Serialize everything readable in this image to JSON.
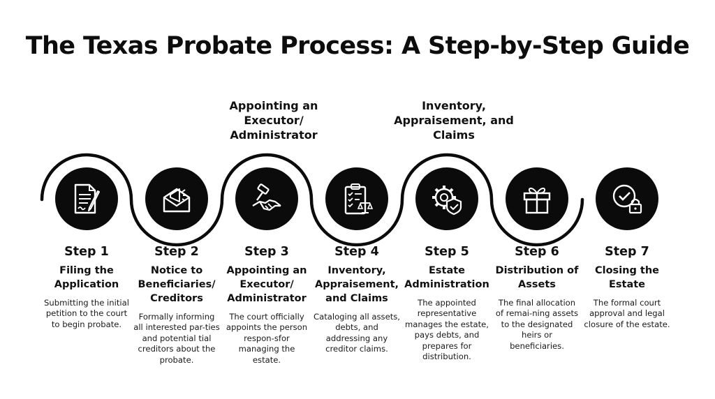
{
  "title": "The Texas Probate Process: A Step-by-Step Guide",
  "top_labels": [
    "Appointing an Executor/ Administrator",
    "Inventory, Appraisement, and Claims"
  ],
  "steps": [
    {
      "number": "Step 1",
      "title": "Filing the Application",
      "description": "Submitting the initial petition to the court to begin probate.",
      "icon": "document-pen-icon"
    },
    {
      "number": "Step 2",
      "title": "Notice to Beneficiaries/ Creditors",
      "description": "Formally informing all interested par-ties and potential tial creditors about the probate.",
      "icon": "megaphone-envelope-icon"
    },
    {
      "number": "Step 3",
      "title": "Appointing an Executor/ Administrator",
      "description": "The court officially appoints the person respon-sfor managing the estate.",
      "icon": "gavel-handshake-icon"
    },
    {
      "number": "Step 4",
      "title": "Inventory, Appraisement, and Claims",
      "description": "Cataloging all assets, debts, and addressing any creditor claims.",
      "icon": "clipboard-scales-icon"
    },
    {
      "number": "Step 5",
      "title": "Estate Administration",
      "description": "The appointed representative manages the estate, pays debts, and prepares for distribution.",
      "icon": "gear-shield-icon"
    },
    {
      "number": "Step 6",
      "title": "Distribution of Assets",
      "description": "The final allocation of remai-ning assets to the designated heirs or beneficiaries.",
      "icon": "gift-icon"
    },
    {
      "number": "Step 7",
      "title": "Closing the Estate",
      "description": "The formal court approval and legal closure of the estate.",
      "icon": "check-lock-icon"
    }
  ]
}
